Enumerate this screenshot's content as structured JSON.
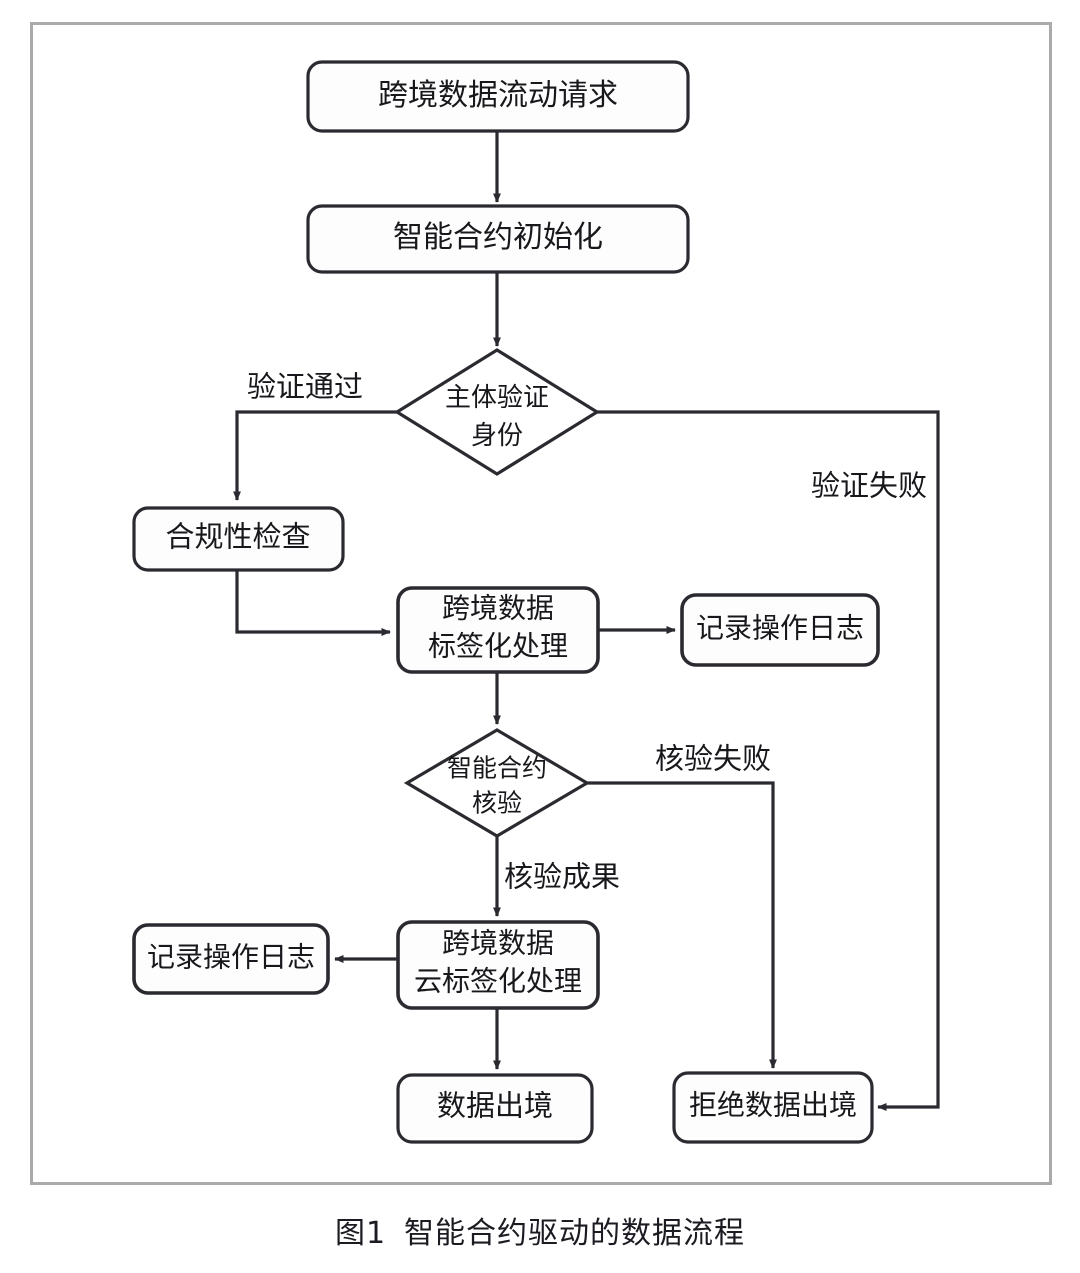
{
  "figure": {
    "caption_number": "图1",
    "caption_title": "智能合约驱动的数据流程",
    "border_color": "#aaaaac",
    "line_color": "#2a2a30",
    "text_color": "#18181c",
    "background": "#ffffff"
  },
  "chart_data": {
    "type": "diagram",
    "title": "智能合约驱动的数据流程",
    "nodes": [
      {
        "id": "n1",
        "label": "跨境数据流动请求",
        "shape": "rounded-rect",
        "lines": [
          "跨境数据流动请求"
        ]
      },
      {
        "id": "n2",
        "label": "智能合约初始化",
        "shape": "rounded-rect",
        "lines": [
          "智能合约初始化"
        ]
      },
      {
        "id": "d1",
        "label": "主体验证身份",
        "shape": "diamond",
        "lines": [
          "主体验证",
          "身份"
        ]
      },
      {
        "id": "n3",
        "label": "合规性检查",
        "shape": "rounded-rect",
        "lines": [
          "合规性检查"
        ]
      },
      {
        "id": "n4",
        "label": "跨境数据标签化处理",
        "shape": "rounded-rect",
        "lines": [
          "跨境数据",
          "标签化处理"
        ]
      },
      {
        "id": "n5",
        "label": "记录操作日志",
        "shape": "rounded-rect",
        "lines": [
          "记录操作日志"
        ]
      },
      {
        "id": "d2",
        "label": "智能合约核验",
        "shape": "diamond",
        "lines": [
          "智能合约",
          "核验"
        ]
      },
      {
        "id": "n6",
        "label": "跨境数据云标签化处理",
        "shape": "rounded-rect",
        "lines": [
          "跨境数据",
          "云标签化处理"
        ]
      },
      {
        "id": "n7",
        "label": "记录操作日志",
        "shape": "rounded-rect",
        "lines": [
          "记录操作日志"
        ]
      },
      {
        "id": "n8",
        "label": "数据出境",
        "shape": "rounded-rect",
        "lines": [
          "数据出境"
        ]
      },
      {
        "id": "n9",
        "label": "拒绝数据出境",
        "shape": "rounded-rect",
        "lines": [
          "拒绝数据出境"
        ]
      }
    ],
    "edges": [
      {
        "from": "n1",
        "to": "n2",
        "label": ""
      },
      {
        "from": "n2",
        "to": "d1",
        "label": ""
      },
      {
        "from": "d1",
        "to": "n3",
        "label": "验证通过"
      },
      {
        "from": "d1",
        "to": "n9",
        "label": "验证失败"
      },
      {
        "from": "n3",
        "to": "n4",
        "label": ""
      },
      {
        "from": "n4",
        "to": "n5",
        "label": ""
      },
      {
        "from": "n4",
        "to": "d2",
        "label": ""
      },
      {
        "from": "d2",
        "to": "n6",
        "label": "核验成果"
      },
      {
        "from": "d2",
        "to": "n9",
        "label": "核验失败"
      },
      {
        "from": "n6",
        "to": "n7",
        "label": ""
      },
      {
        "from": "n6",
        "to": "n8",
        "label": ""
      }
    ],
    "edge_labels": {
      "verify_pass": "验证通过",
      "verify_fail": "验证失败",
      "check_fail": "核验失败",
      "check_success": "核验成果"
    }
  }
}
